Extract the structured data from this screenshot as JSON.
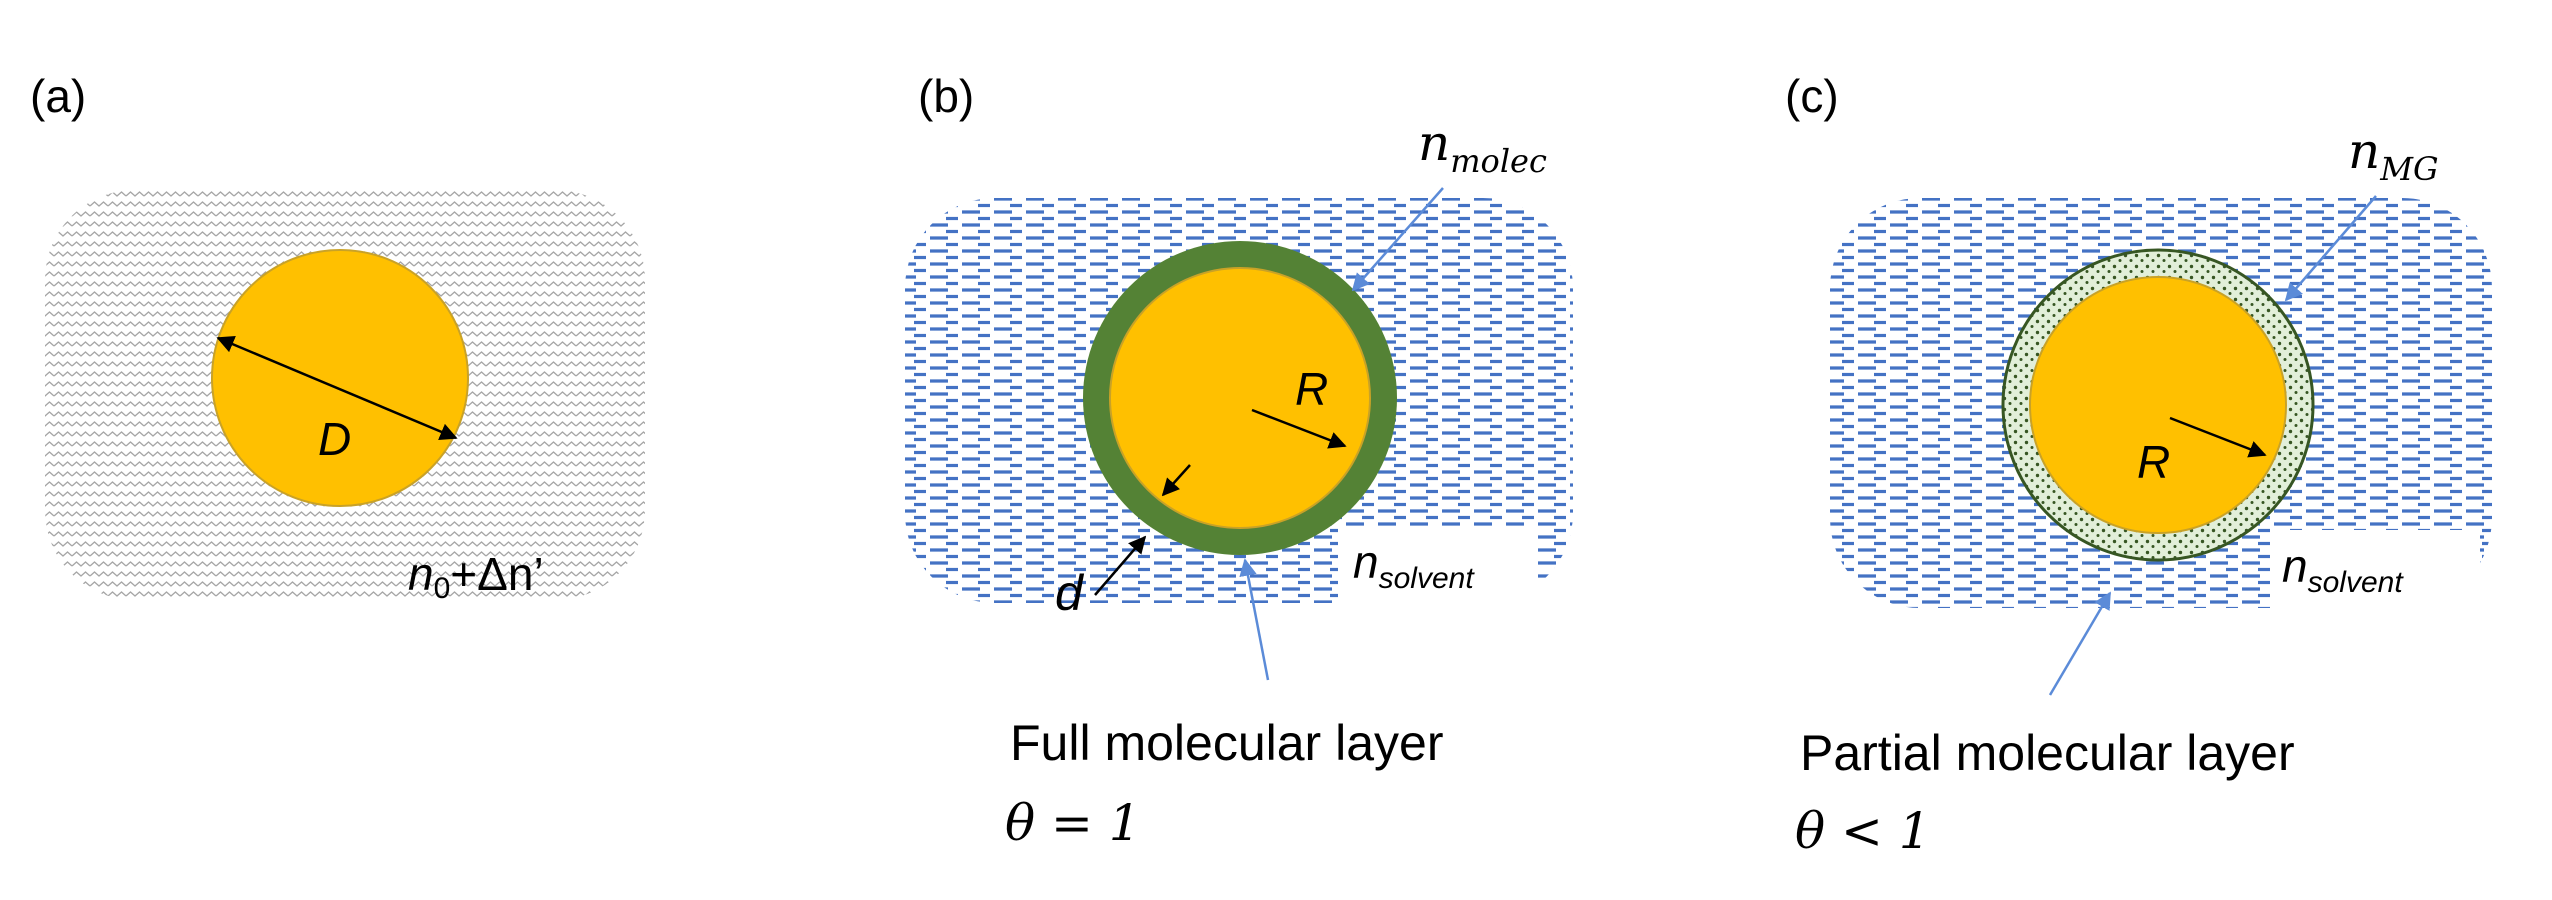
{
  "panels": {
    "a": {
      "label": "(a)",
      "diameter_label": "D",
      "medium": {
        "n": "n",
        "sub": "0",
        "rest": "+Δn’"
      }
    },
    "b": {
      "label": "(b)",
      "shell_n": {
        "n": "n",
        "sub": "molec"
      },
      "radius_label": "R",
      "thickness_label": "d",
      "solvent": {
        "n": "n",
        "sub": "solvent"
      },
      "caption_line1": "Full molecular layer",
      "caption_theta": "θ = 1"
    },
    "c": {
      "label": "(c)",
      "shell_n": {
        "n": "n",
        "sub": "MG"
      },
      "radius_label": "R",
      "solvent": {
        "n": "n",
        "sub": "solvent"
      },
      "caption_line1": "Partial molecular layer",
      "caption_theta": "θ < 1"
    }
  },
  "colors": {
    "particle_fill": "#FFC000",
    "particle_stroke": "#C9A227",
    "shell_full": "#548235",
    "shell_partial_fill": "#E2EFD9",
    "shell_partial_dots": "#375623",
    "solvent_dash": "#4472C4",
    "pointer_arrow": "#5B8BD8",
    "medium_pattern": "#A6A6A6"
  }
}
